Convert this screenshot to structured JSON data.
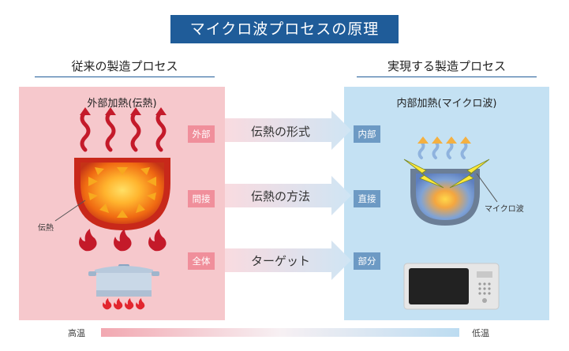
{
  "title": "マイクロ波プロセスの原理",
  "left": {
    "heading": "従来の製造プロセス",
    "panel_title": "外部加熱(伝熱)",
    "callout": "伝熱",
    "tags": [
      "外部",
      "間接",
      "全体"
    ]
  },
  "right": {
    "heading": "実現する製造プロセス",
    "panel_title": "内部加熱(マイクロ波)",
    "callout": "マイクロ波",
    "tags": [
      "内部",
      "直接",
      "部分"
    ]
  },
  "arrows": [
    "伝熱の形式",
    "伝熱の方法",
    "ターゲット"
  ],
  "temperature_bar": {
    "high": "高温",
    "low": "低温"
  },
  "colors": {
    "title_bg": "#1f5c99",
    "left_panel": "#f6c8cc",
    "right_panel": "#c4e1f3",
    "left_tag": "#f08f9b",
    "right_tag": "#6d9ac4",
    "heat": "#e84c0e",
    "flame": "#c41a2a"
  }
}
